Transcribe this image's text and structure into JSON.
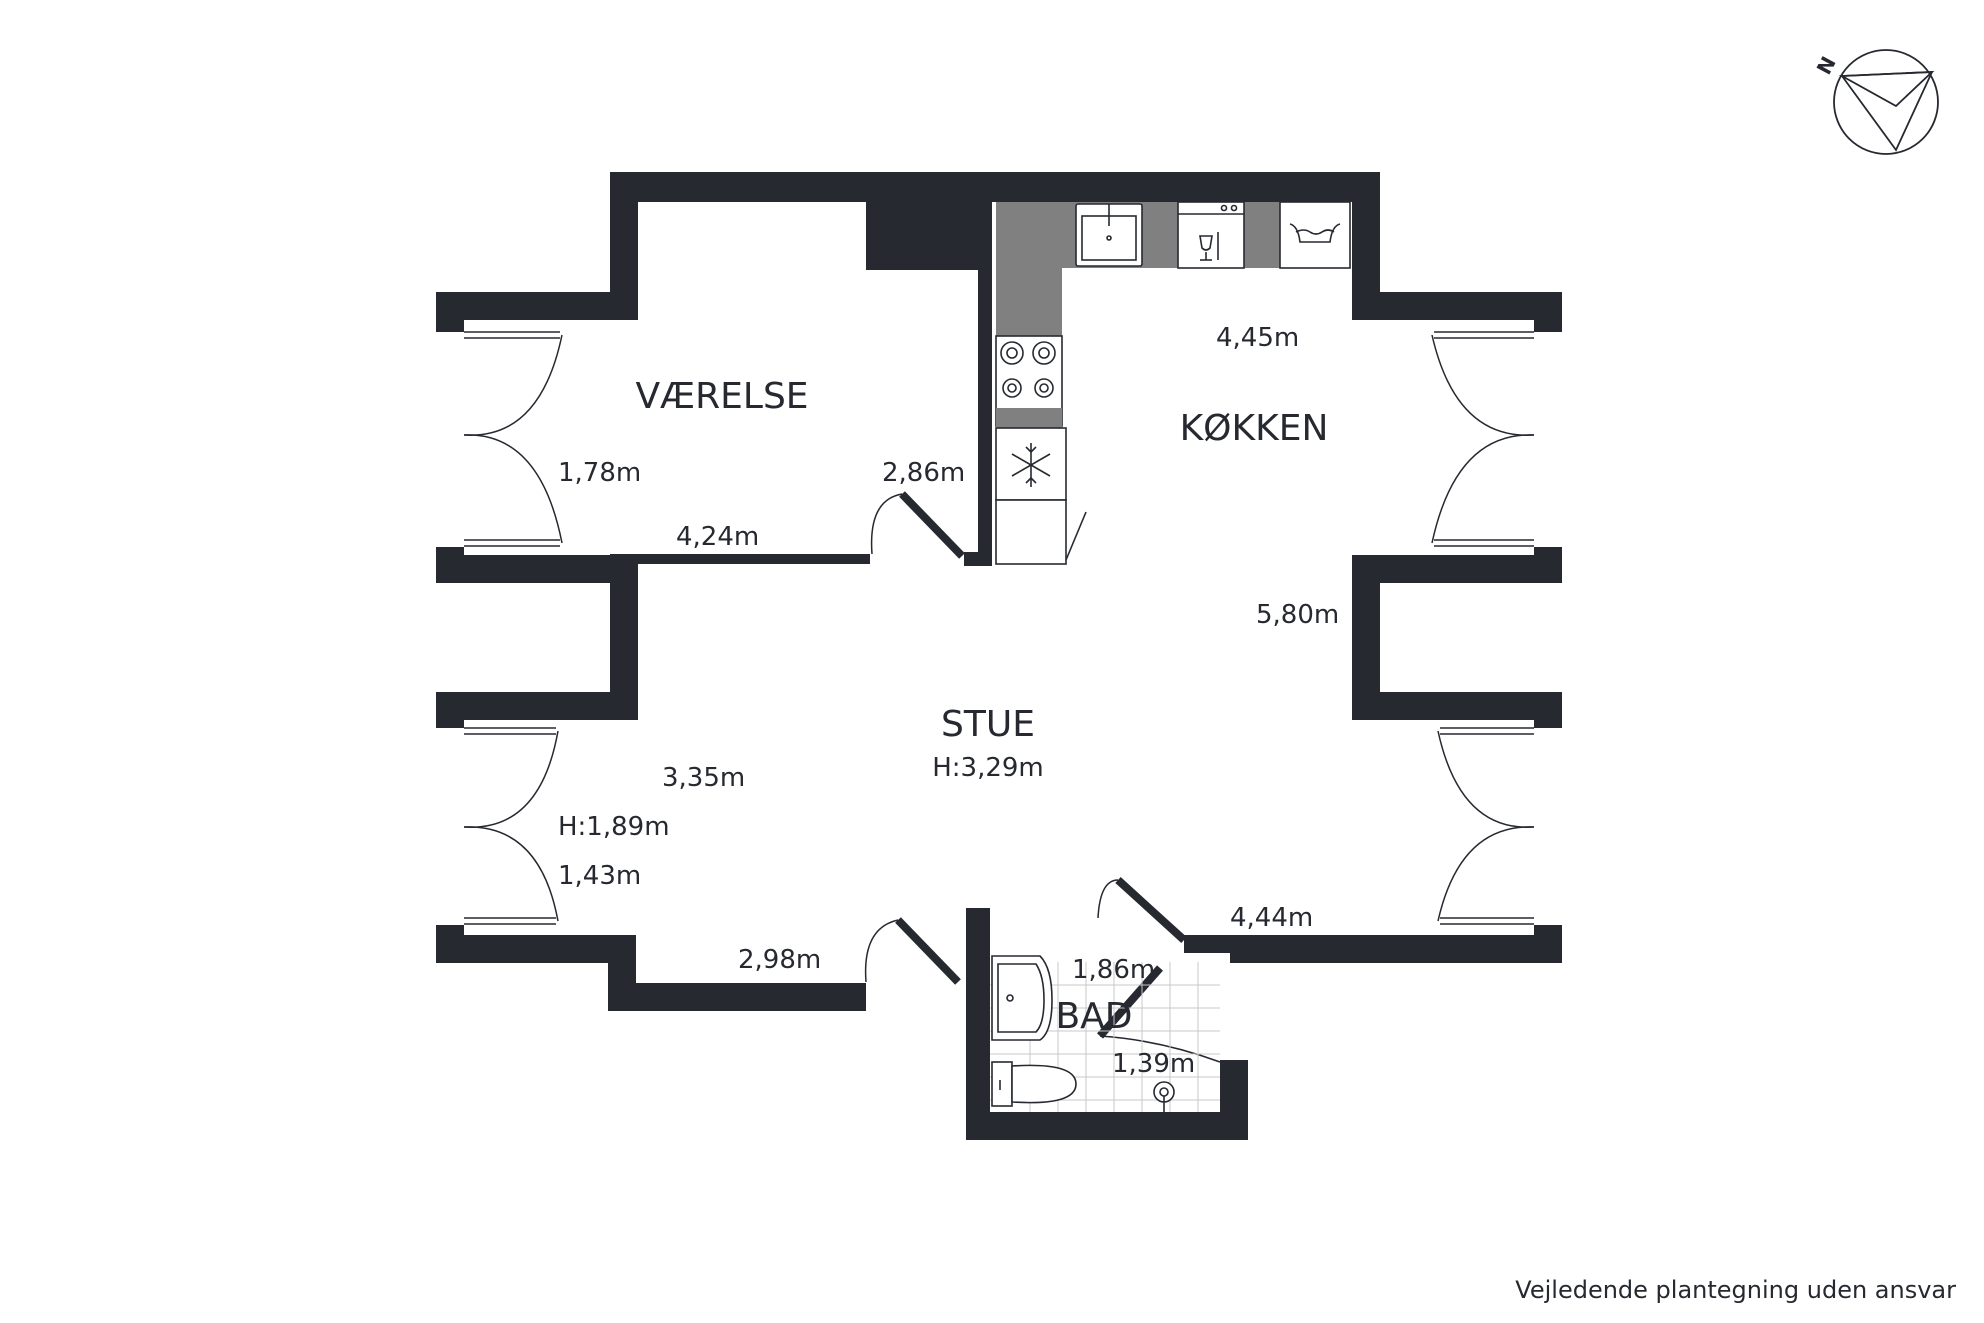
{
  "rooms": {
    "vaerelse": "VÆRELSE",
    "koekken": "KØKKEN",
    "stue": "STUE",
    "stue_height": "H:3,29m",
    "bad": "BAD"
  },
  "dimensions": {
    "vaerelse_window": "1,78m",
    "vaerelse_width": "4,24m",
    "vaerelse_depth": "2,86m",
    "koekken_width": "4,45m",
    "koekken_depth": "5,80m",
    "stue_width": "3,35m",
    "stue_window_height": "H:1,89m",
    "stue_window": "1,43m",
    "stue_bottom": "2,98m",
    "stue_right": "4,44m",
    "bad_width": "1,86m",
    "bad_depth": "1,39m"
  },
  "compass": {
    "label": "N"
  },
  "footer": {
    "disclaimer": "Vejledende plantegning uden ansvar"
  }
}
